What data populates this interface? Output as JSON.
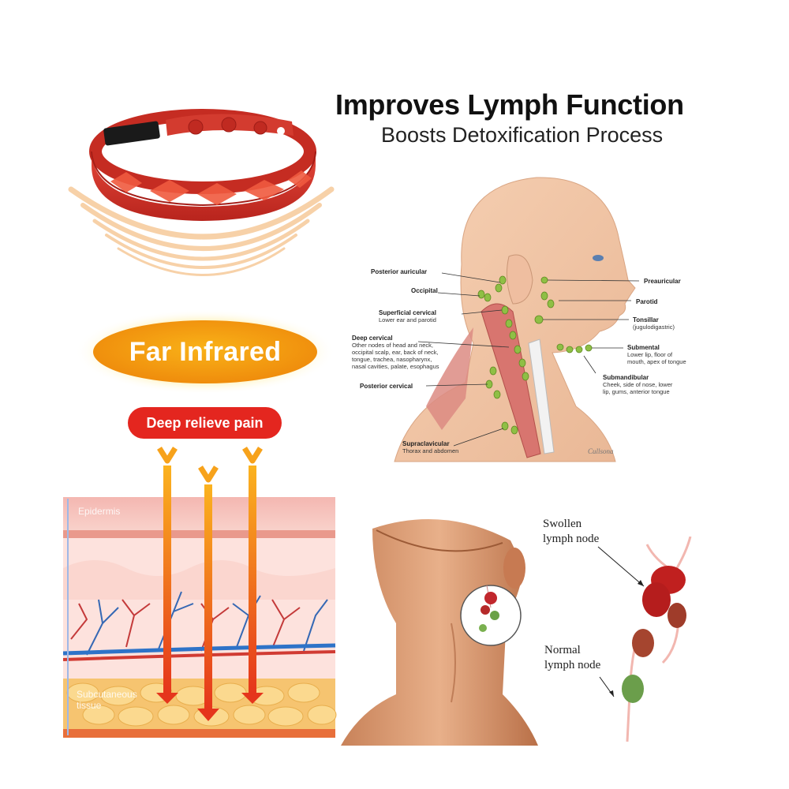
{
  "header": {
    "title": "Improves Lymph Function",
    "subtitle": "Boosts Detoxification Process"
  },
  "badges": {
    "far_infrared": "Far Infrared",
    "deep_relieve": "Deep relieve pain"
  },
  "skin": {
    "epidermis": "Epidermis",
    "subcutaneous_line1": "Subcutaneous",
    "subcutaneous_line2": "tissue"
  },
  "lymph_labels": {
    "posterior_auricular": "Posterior auricular",
    "occipital": "Occipital",
    "superficial_cervical": "Superficial cervical",
    "superficial_cervical_sub": "Lower ear and parotid",
    "deep_cervical": "Deep cervical",
    "deep_cervical_sub1": "Other nodes of head and neck,",
    "deep_cervical_sub2": "occipital scalp, ear, back of neck,",
    "deep_cervical_sub3": "tongue, trachea, nasopharynx,",
    "deep_cervical_sub4": "nasal cavities, palate, esophagus",
    "posterior_cervical": "Posterior cervical",
    "supraclavicular": "Supraclavicular",
    "supraclavicular_sub": "Thorax and abdomen",
    "preauricular": "Preauricular",
    "parotid": "Parotid",
    "tonsillar": "Tonsillar",
    "tonsillar_sub": "(jugulodigastric)",
    "submental": "Submental",
    "submental_sub1": "Lower lip, floor of",
    "submental_sub2": "mouth, apex of tongue",
    "submandibular": "Submandibular",
    "submandibular_sub1": "Cheek, side of nose, lower",
    "submandibular_sub2": "lip, gums, anterior tongue"
  },
  "node_diagram": {
    "swollen_line1": "Swollen",
    "swollen_line2": "lymph node",
    "normal_line1": "Normal",
    "normal_line2": "lymph node"
  },
  "colors": {
    "band_red": "#d9342b",
    "badge_orange": "#f39a10",
    "pill_red": "#e4261f",
    "arrow_orange": "#f7a21b"
  }
}
